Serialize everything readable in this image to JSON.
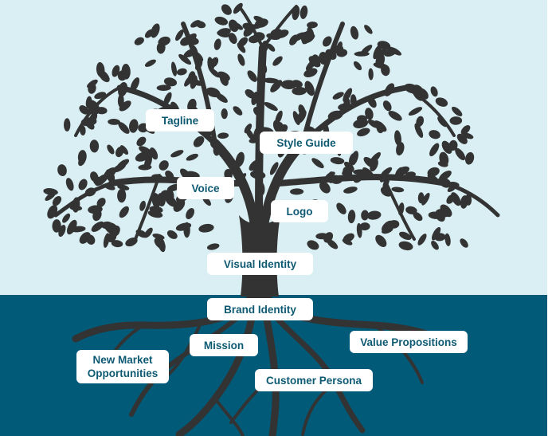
{
  "colors": {
    "sky": "#d9eff3",
    "ground": "#005a78",
    "tree": "#333333",
    "label_text": "#0e5a73",
    "label_bg": "#ffffff"
  },
  "labels": {
    "tagline": "Tagline",
    "style_guide": "Style Guide",
    "voice": "Voice",
    "logo": "Logo",
    "visual_identity": "Visual Identity",
    "brand_identity": "Brand Identity",
    "mission": "Mission",
    "value_propositions": "Value Propositions",
    "new_market_opportunities": "New Market\nOpportunities",
    "customer_persona": "Customer Persona"
  }
}
